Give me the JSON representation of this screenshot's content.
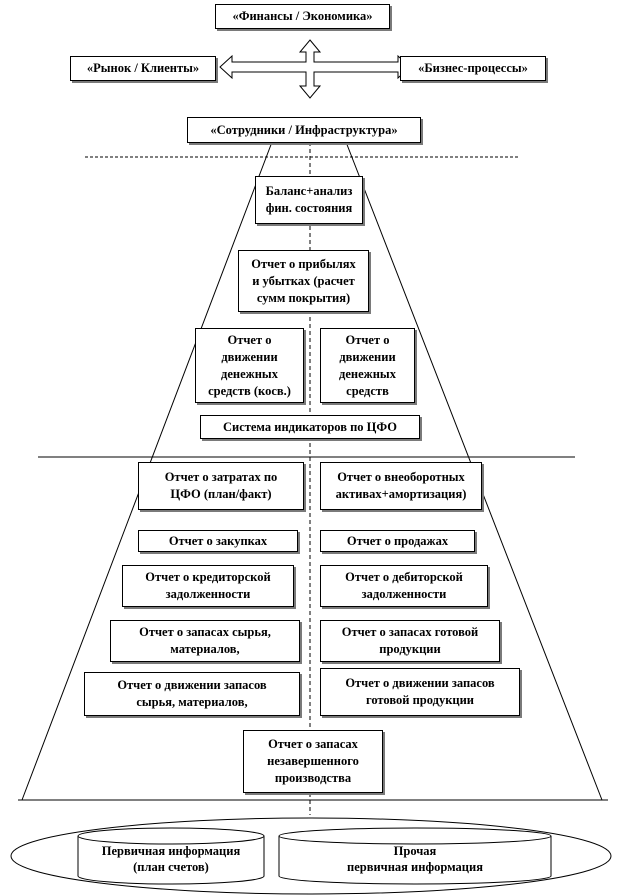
{
  "top": {
    "finance": "«Финансы / Экономика»",
    "market": "«Рынок / Клиенты»",
    "process": "«Бизнес-процессы»",
    "staff": "«Сотрудники / Инфраструктура»"
  },
  "level1": {
    "balance": "Баланс+анализ\nфин. состояния",
    "profit": "Отчет о прибылях\nи убытках (расчет\nсумм покрытия)",
    "cash_indirect": "Отчет о\nдвижении\nденежных\nсредств (косв.)",
    "cash_direct": "Отчет о\nдвижении\nденежных\nсредств",
    "indicators": "Система индикаторов по ЦФО"
  },
  "level2": {
    "costs": "Отчет о затратах по\nЦФО (план/факт)",
    "fixed_assets": "Отчет о внеоборотных\nактивах+амортизация)",
    "purchases": "Отчет о закупках",
    "sales": "Отчет о продажах",
    "payables": "Отчет о кредиторской\nзадолженности",
    "receivables": "Отчет о дебиторской\nзадолженности",
    "raw_stock": "Отчет о запасах сырья,\nматериалов,",
    "finished_stock": "Отчет о запасах готовой\nпродукции",
    "raw_movement": "Отчет о движении запасов\nсырья, материалов,",
    "finished_movement": "Отчет о движении запасов\nготовой продукции",
    "wip": "Отчет о запасах\nнезавершенного\nпроизводства"
  },
  "base": {
    "primary": "Первичная информация\n(план счетов)",
    "other": "Прочая\nпервичная информация"
  }
}
